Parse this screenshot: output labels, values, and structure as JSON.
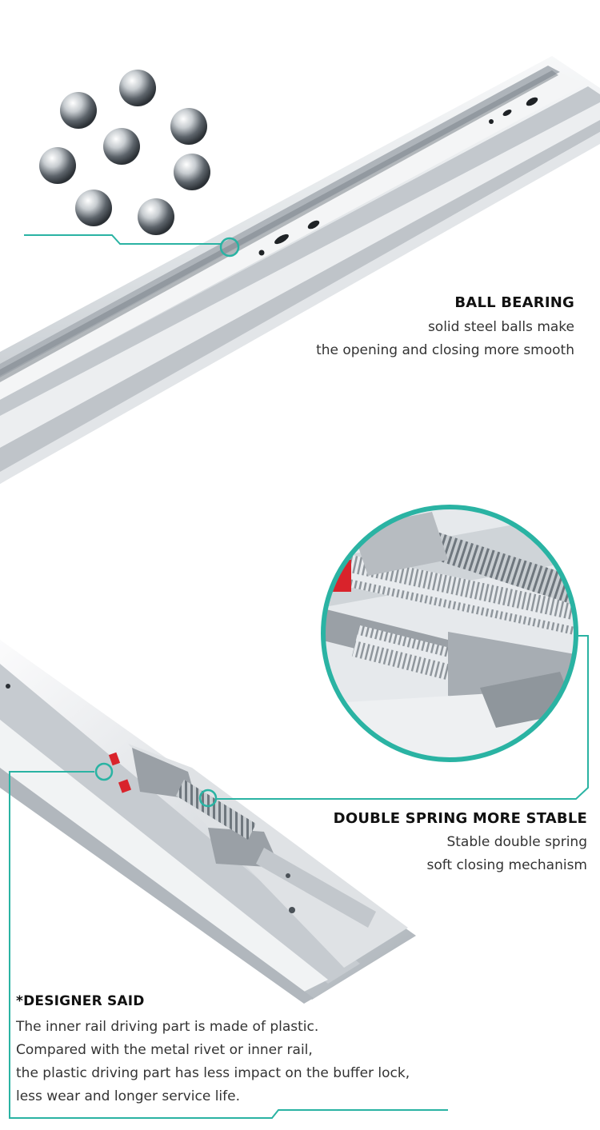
{
  "colors": {
    "accent": "#2ab3a3",
    "text": "#333333",
    "heading": "#111111",
    "metal_light": "#eef0f2",
    "metal_mid": "#c9ced3",
    "metal_dark": "#8d949b",
    "plastic_gray": "#9aa0a6",
    "red_part": "#d9232b"
  },
  "section_ball_bearing": {
    "title": "BALL BEARING",
    "lines": [
      "solid steel balls make",
      "the opening and closing more smooth"
    ]
  },
  "section_double_spring": {
    "title": "DOUBLE SPRING MORE STABLE",
    "lines": [
      "Stable double spring",
      "soft closing mechanism"
    ]
  },
  "section_designer": {
    "title": "*DESIGNER SAID",
    "lines": [
      "The inner rail driving part is made of plastic.",
      "Compared with the metal rivet or inner rail,",
      "the plastic driving part has less impact on the buffer lock,",
      "less wear and longer service life."
    ]
  },
  "icons": [
    "steel-ball-icon",
    "callout-circle-icon"
  ]
}
